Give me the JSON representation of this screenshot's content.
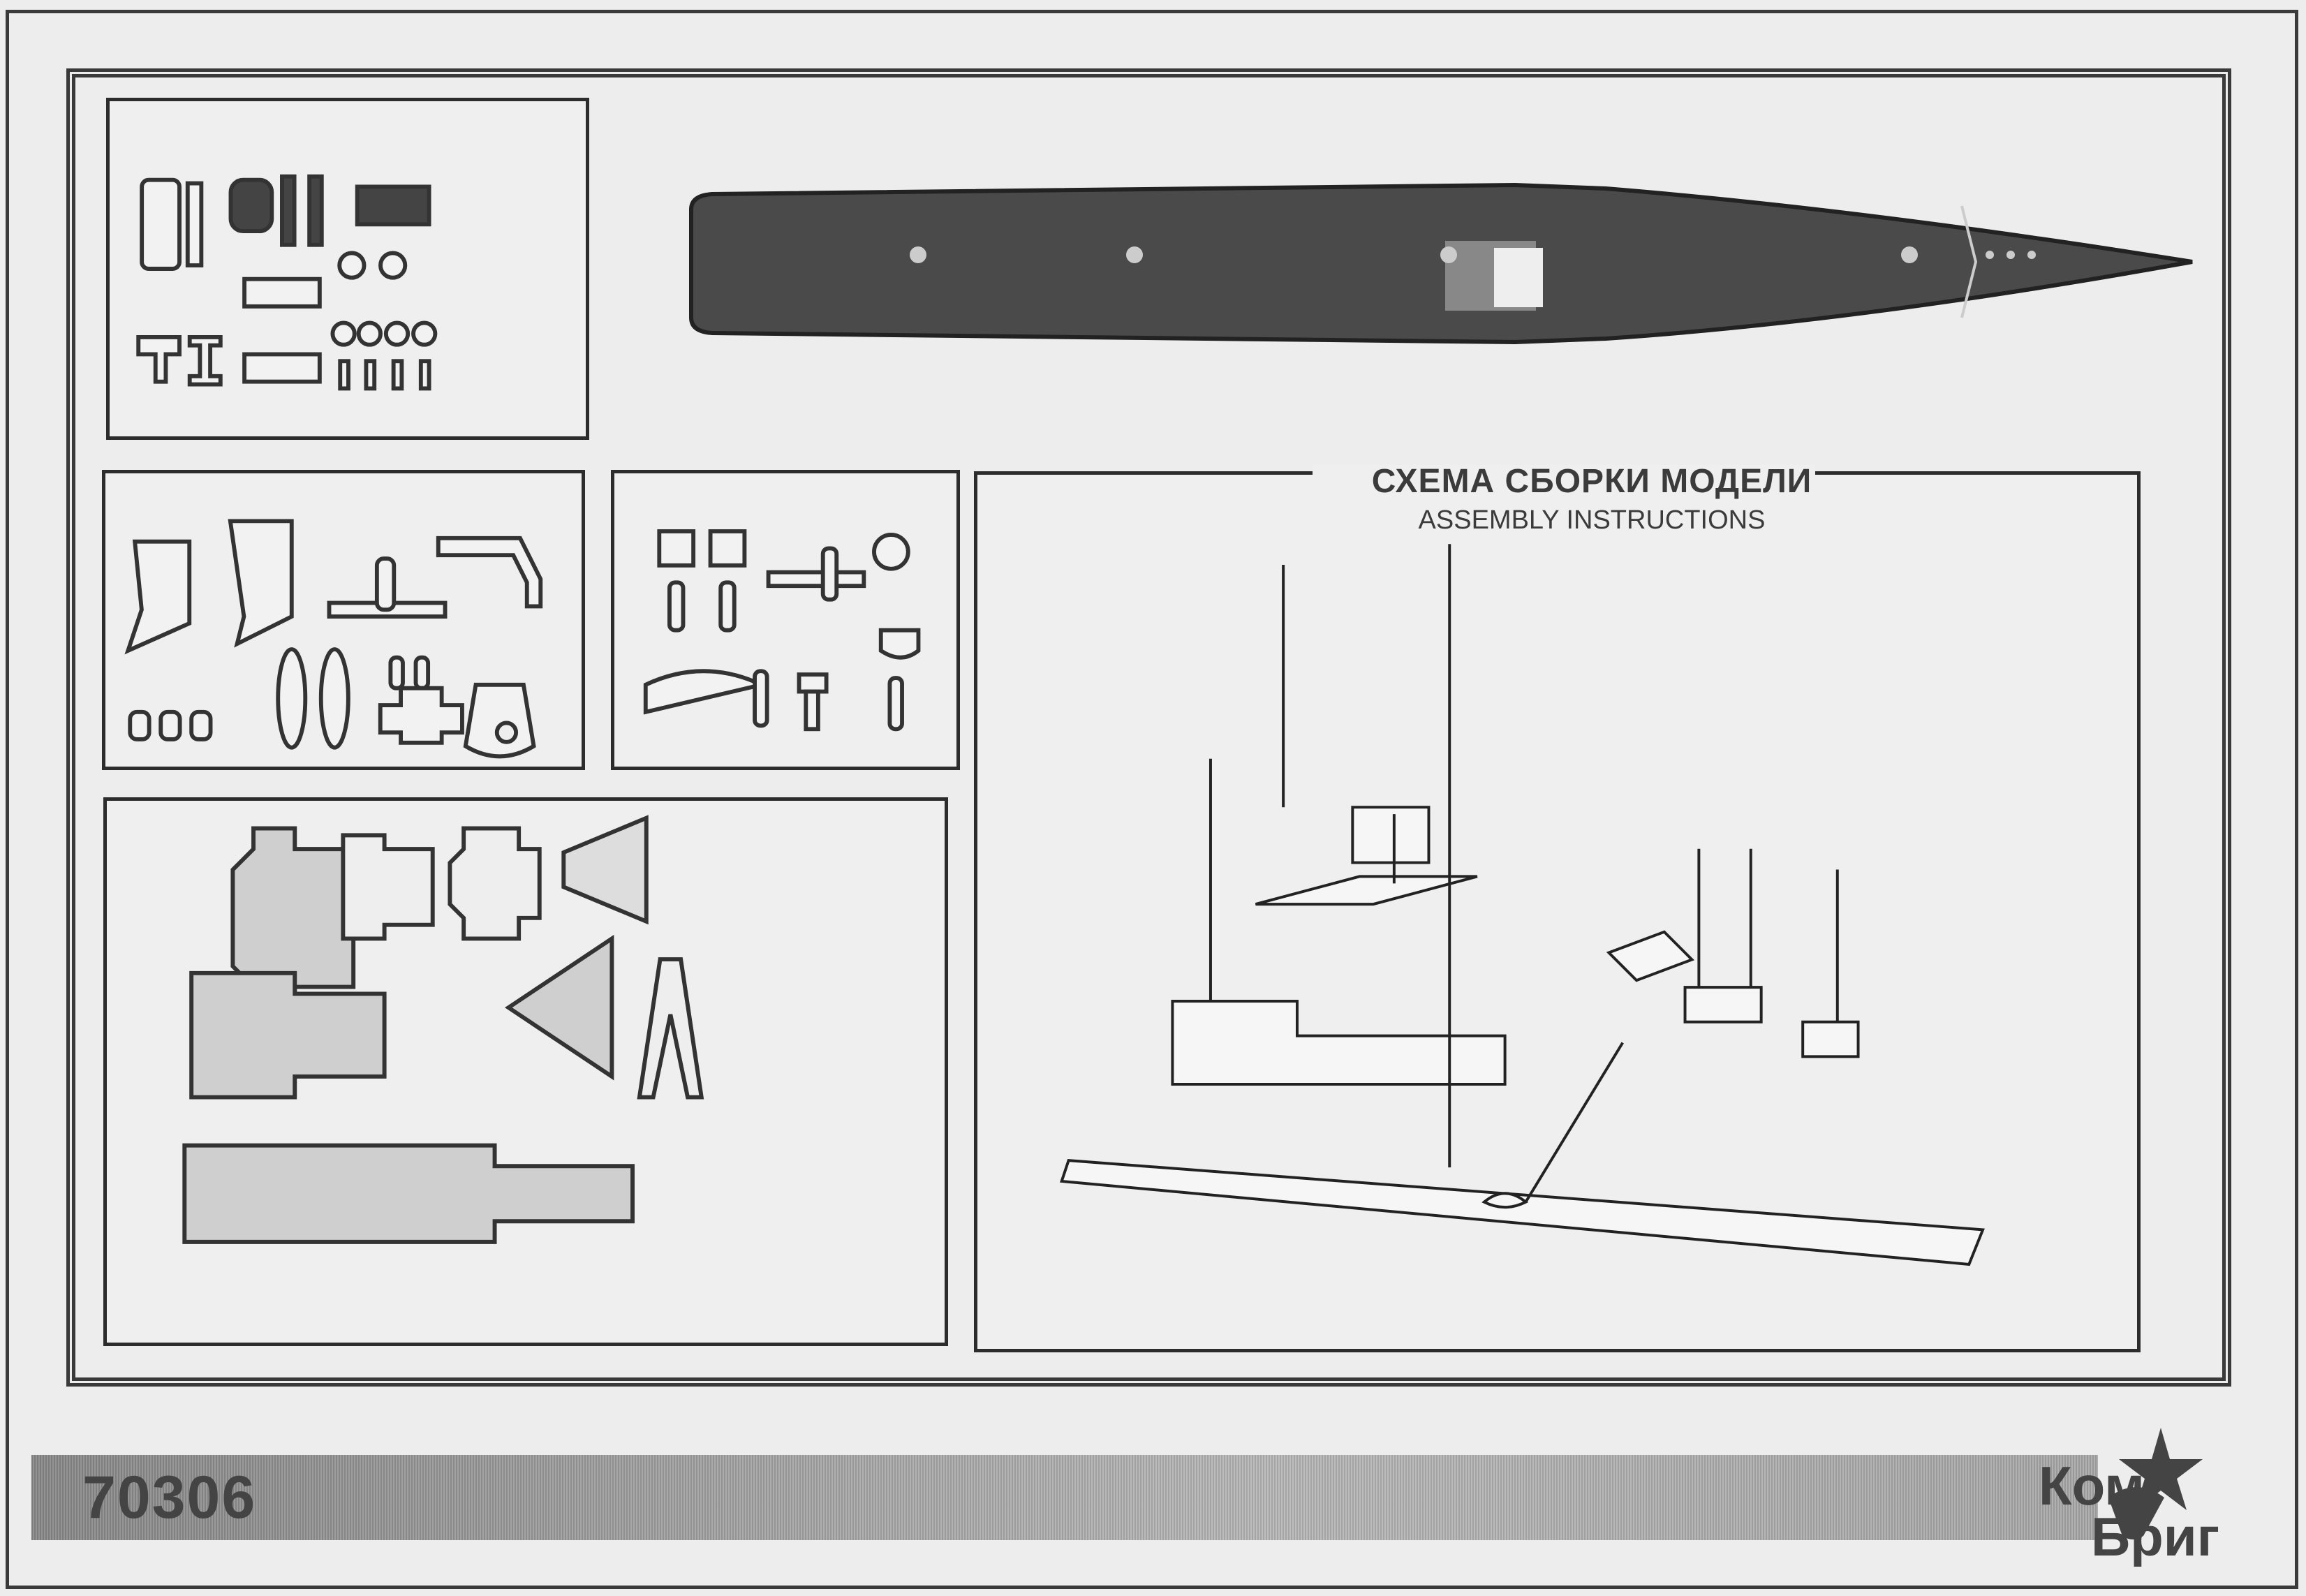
{
  "document": {
    "title_ru": "СХЕМА СБОРКИ МОДЕЛИ",
    "title_en": "ASSEMBLY INSTRUCTIONS",
    "kit_number": "70306",
    "brand": {
      "line1": "Ком",
      "line2": "Бриг",
      "emblem": "star-hammer-sickle-icon"
    },
    "colors": {
      "ink": "#3a3a3a",
      "paper": "#ededed",
      "banner": "#9a9a9a"
    }
  },
  "panels": [
    {
      "id": "parts-small-1",
      "description": "Small resin parts: bridge fittings, masts, radar arrays, guns, boats"
    },
    {
      "id": "parts-small-2",
      "description": "Funnels, yards, liferafts, boats, gun mount, deck plate"
    },
    {
      "id": "parts-small-3",
      "description": "Fittings, searchlights, anchors, radars, masts"
    },
    {
      "id": "parts-large",
      "description": "Superstructure decks, tripod mast, lattice tower, main deck"
    },
    {
      "id": "hull-top-view",
      "description": "Hull top view"
    },
    {
      "id": "assembly-diagram",
      "description": "Exploded assembly drawing"
    }
  ]
}
